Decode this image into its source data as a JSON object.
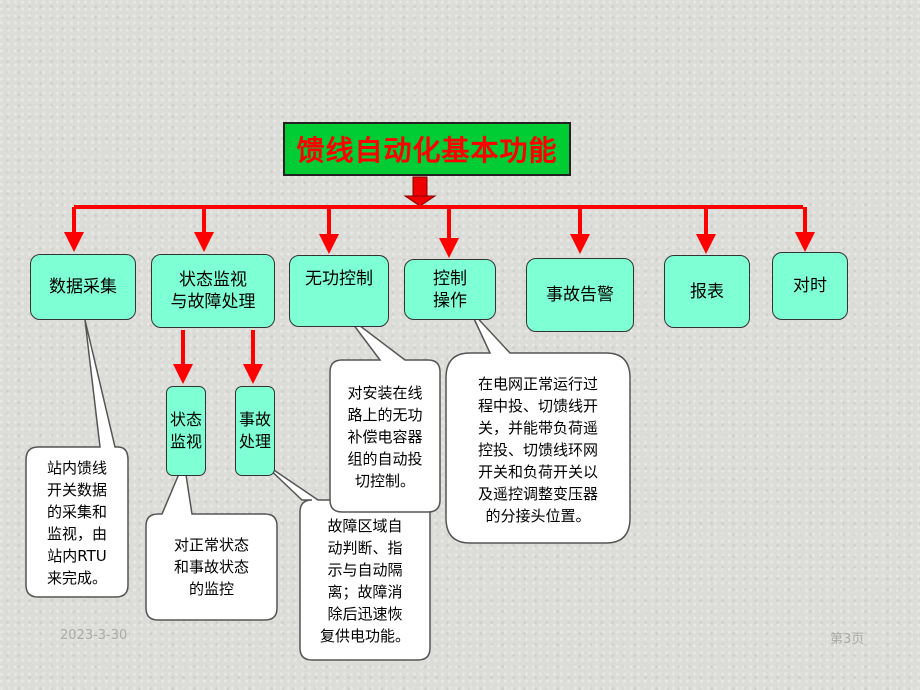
{
  "title": "馈线自动化基本功能",
  "functions": [
    {
      "label": "数据采集"
    },
    {
      "label": "状态监视\n与故障处理"
    },
    {
      "label": "无功控制"
    },
    {
      "label": "控制\n操作"
    },
    {
      "label": "事故告警"
    },
    {
      "label": "报表"
    },
    {
      "label": "对时"
    }
  ],
  "sub_functions": [
    {
      "label": "状态\n监视"
    },
    {
      "label": "事故\n处理"
    }
  ],
  "notes": {
    "data_acquisition": "站内馈线\n开关数据\n的采集和\n监视，由\n站内RTU\n来完成。",
    "state_monitor": "对正常状态\n和事故状态\n的监控",
    "fault_handling": "故障区域自\n动判断、指\n示与自动隔\n离；故障消\n除后迅速恢\n复供电功能。",
    "reactive_control": "对安装在线\n路上的无功\n补偿电容器\n组的自动投\n切控制。",
    "control_operation": "在电网正常运行过\n程中投、切馈线开\n关，并能带负荷遥\n控投、切馈线环网\n开关和负荷开关以\n及遥控调整变压器\n的分接头位置。"
  },
  "footer": {
    "date": "2023-3-30",
    "page": "第3页"
  },
  "colors": {
    "title_bg": "#00cc33",
    "title_text": "#ff0000",
    "box_fill": "#7fffd4",
    "arrow": "#ff0000"
  }
}
